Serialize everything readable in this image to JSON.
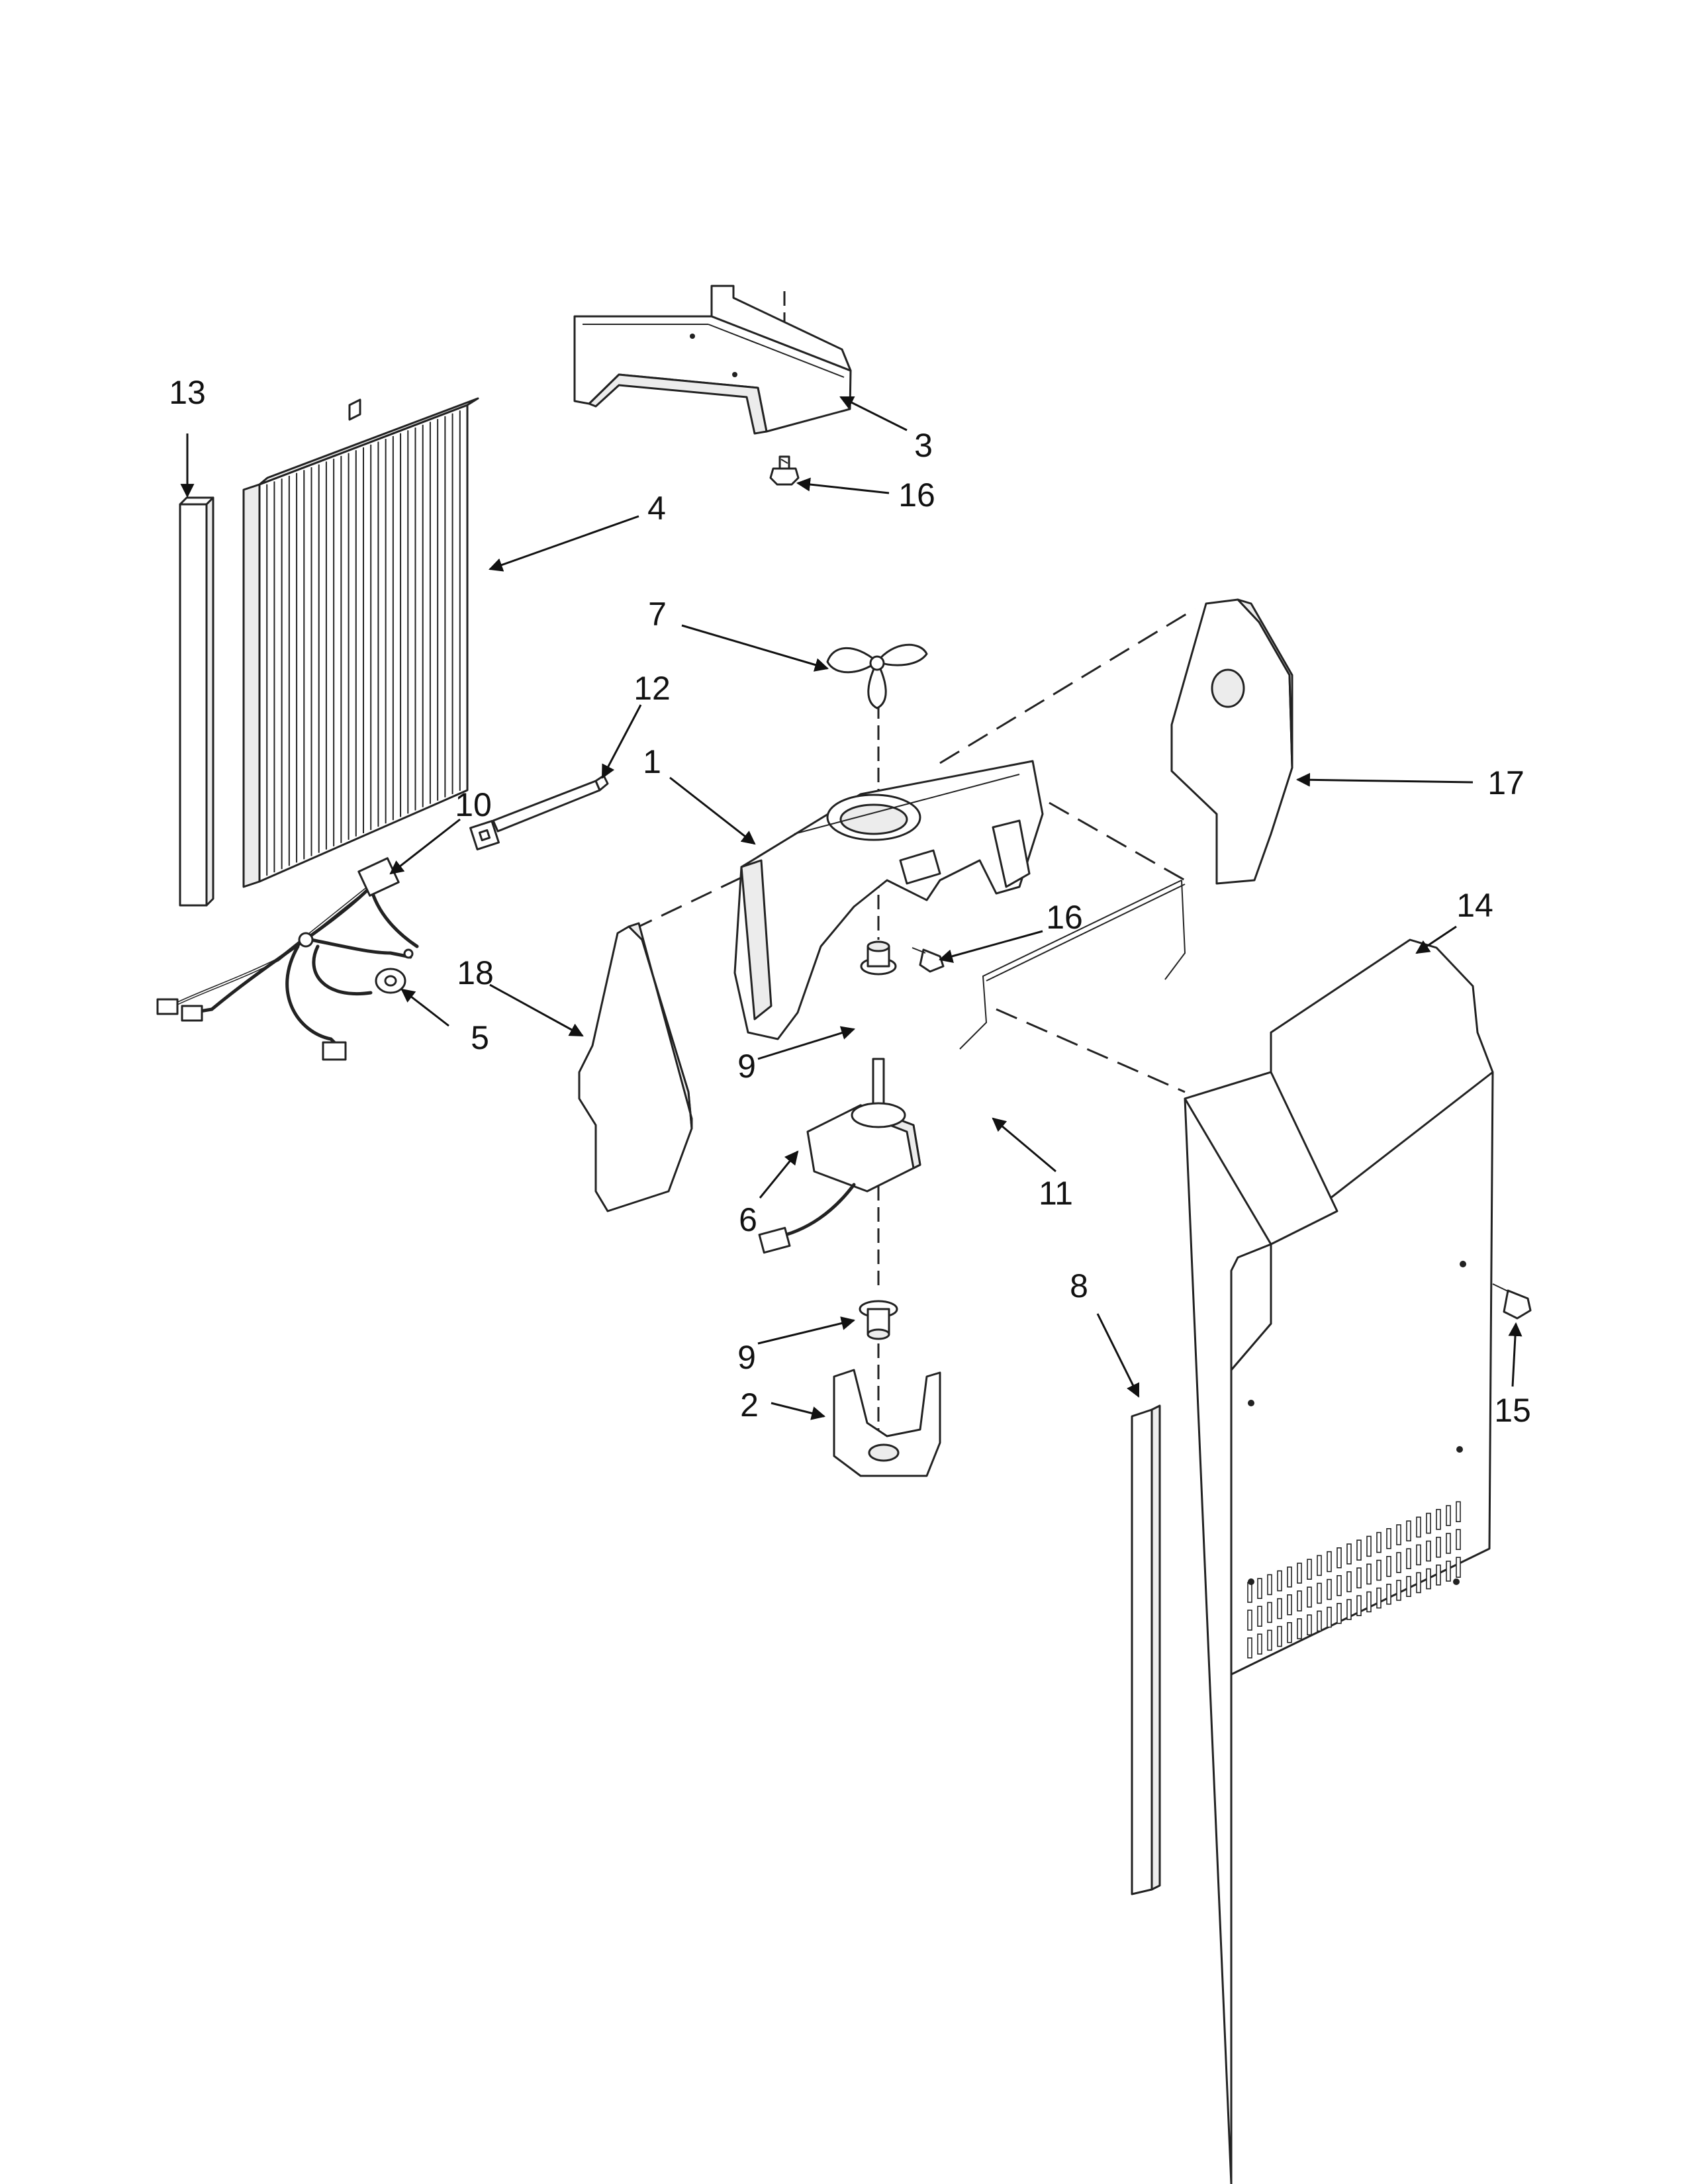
{
  "callouts": [
    {
      "id": "c13",
      "label": "13"
    },
    {
      "id": "c3",
      "label": "3"
    },
    {
      "id": "c16a",
      "label": "16"
    },
    {
      "id": "c4",
      "label": "4"
    },
    {
      "id": "c7",
      "label": "7"
    },
    {
      "id": "c12",
      "label": "12"
    },
    {
      "id": "c1",
      "label": "1"
    },
    {
      "id": "c17",
      "label": "17"
    },
    {
      "id": "c10",
      "label": "10"
    },
    {
      "id": "c16b",
      "label": "16"
    },
    {
      "id": "c14",
      "label": "14"
    },
    {
      "id": "c18",
      "label": "18"
    },
    {
      "id": "c5",
      "label": "5"
    },
    {
      "id": "c9a",
      "label": "9"
    },
    {
      "id": "c11",
      "label": "11"
    },
    {
      "id": "c6",
      "label": "6"
    },
    {
      "id": "c8",
      "label": "8"
    },
    {
      "id": "c9b",
      "label": "9"
    },
    {
      "id": "c15",
      "label": "15"
    },
    {
      "id": "c2",
      "label": "2"
    }
  ]
}
